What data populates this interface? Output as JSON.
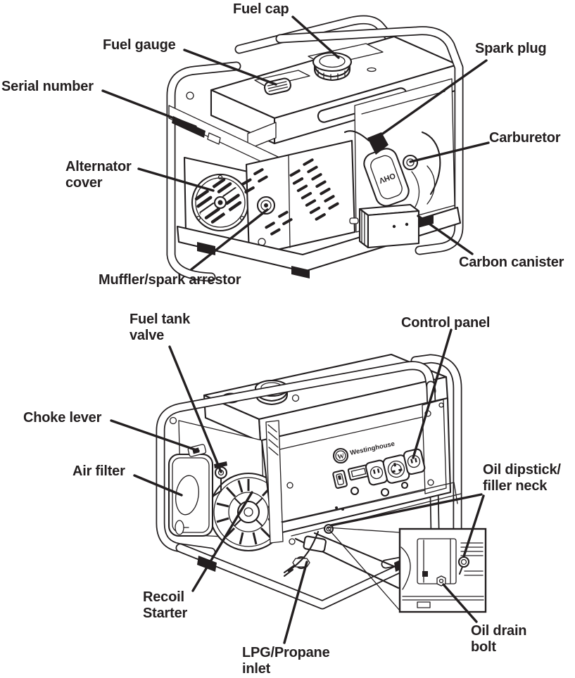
{
  "page": {
    "background": "#ffffff",
    "ink": "#231f20"
  },
  "brand": {
    "name": "Westinghouse",
    "logo_letter": "W"
  },
  "engine": {
    "badge": "OHV"
  },
  "views": {
    "top": {
      "name": "generator-front-left-view",
      "labels": {
        "fuel_cap": "Fuel cap",
        "fuel_gauge": "Fuel gauge",
        "serial_number": "Serial number",
        "alternator_cover": "Alternator\ncover",
        "muffler_spark_arrestor": "Muffler/spark arrestor",
        "spark_plug": "Spark plug",
        "carburetor": "Carburetor",
        "carbon_canister": "Carbon canister"
      }
    },
    "bottom": {
      "name": "generator-engine-side-view",
      "labels": {
        "fuel_tank_valve": "Fuel tank\nvalve",
        "control_panel": "Control panel",
        "choke_lever": "Choke lever",
        "air_filter": "Air filter",
        "recoil_starter": "Recoil\nStarter",
        "lpg_propane_inlet": "LPG/Propane\ninlet",
        "oil_dipstick_filler_neck": "Oil dipstick/\nfiller neck",
        "oil_drain_bolt": "Oil drain\nbolt"
      }
    }
  }
}
